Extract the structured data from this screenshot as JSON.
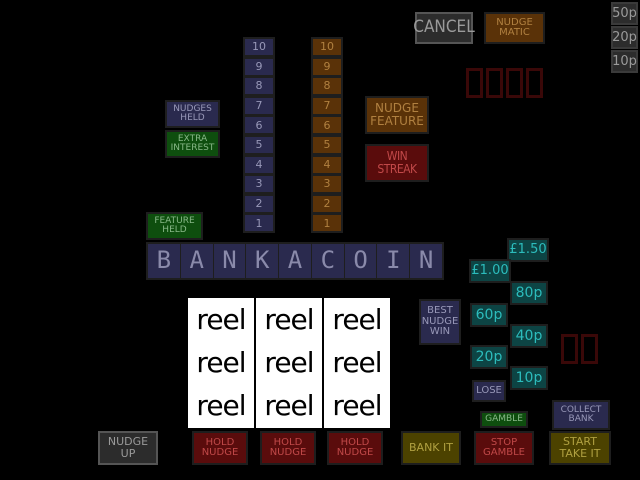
{
  "top_buttons": {
    "cancel": "CANCEL",
    "nudge_matic": "NUDGE MATIC"
  },
  "coin_slots": [
    "50p",
    "20p",
    "10p"
  ],
  "left_panel": {
    "nudges_held": "NUDGES HELD",
    "extra_interest": "EXTRA INTEREST",
    "feature_held": "FEATURE HELD"
  },
  "blue_ladder": [
    "10",
    "9",
    "8",
    "7",
    "6",
    "5",
    "4",
    "3",
    "2",
    "1"
  ],
  "orange_ladder": [
    "10",
    "9",
    "8",
    "7",
    "6",
    "5",
    "4",
    "3",
    "2",
    "1"
  ],
  "nudge_feature": "NUDGE FEATURE",
  "win_streak": "WIN STREAK",
  "bankacoin": [
    "B",
    "A",
    "N",
    "K",
    "A",
    "C",
    "O",
    "I",
    "N"
  ],
  "reels": [
    [
      "reel",
      "reel",
      "reel"
    ],
    [
      "reel",
      "reel",
      "reel"
    ],
    [
      "reel",
      "reel",
      "reel"
    ]
  ],
  "best_nudge_win": "BEST NUDGE WIN",
  "prize_ladder": {
    "p150": "£1.50",
    "p100": "£1.00",
    "p80": "80p",
    "p60": "60p",
    "p40": "40p",
    "p20": "20p",
    "p10": "10p"
  },
  "lose": "LOSE",
  "gamble": "GAMBLE",
  "collect_bank": "COLLECT BANK",
  "bottom_buttons": {
    "nudge_up": "NUDGE UP",
    "hold_nudge_1": "HOLD NUDGE",
    "hold_nudge_2": "HOLD NUDGE",
    "hold_nudge_3": "HOLD NUDGE",
    "bank_it": "BANK IT",
    "stop_gamble": "STOP GAMBLE",
    "start_take_it": "START TAKE IT"
  }
}
